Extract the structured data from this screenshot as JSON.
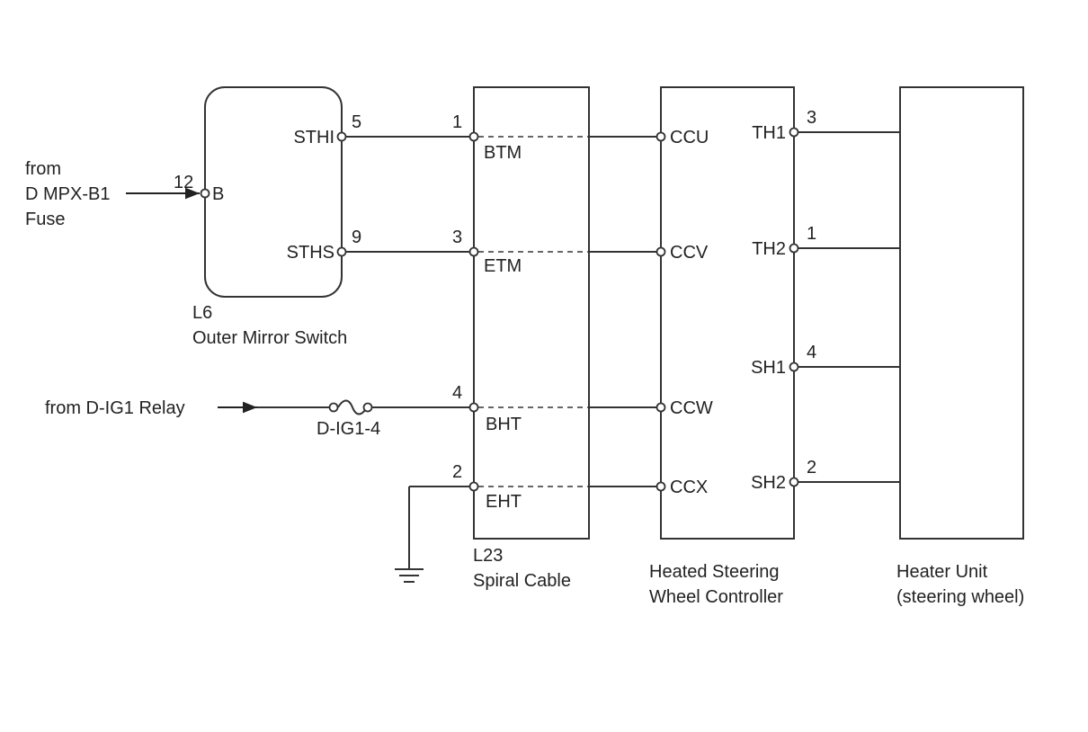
{
  "inputs": {
    "fuse_from": "from",
    "fuse_name": "D MPX-B1",
    "fuse_word": "Fuse",
    "fuse_pin": "12",
    "fuse_term": "B",
    "relay_source": "from D-IG1 Relay",
    "relay_fuse": "D-IG1-4"
  },
  "switch": {
    "code": "L6",
    "name": "Outer Mirror Switch",
    "term_top": "STHI",
    "pin_top": "5",
    "term_bottom": "STHS",
    "pin_bottom": "9"
  },
  "spiral": {
    "code": "L23",
    "name": "Spiral Cable",
    "pins": [
      "1",
      "3",
      "4",
      "2"
    ],
    "terms": [
      "BTM",
      "ETM",
      "BHT",
      "EHT"
    ]
  },
  "controller": {
    "name_line1": "Heated Steering",
    "name_line2": "Wheel Controller",
    "left_terms": [
      "CCU",
      "CCV",
      "CCW",
      "CCX"
    ],
    "right_terms": [
      "TH1",
      "TH2",
      "SH1",
      "SH2"
    ]
  },
  "heater": {
    "name_line1": "Heater Unit",
    "name_line2": "(steering wheel)",
    "pins": [
      "3",
      "1",
      "4",
      "2"
    ]
  }
}
